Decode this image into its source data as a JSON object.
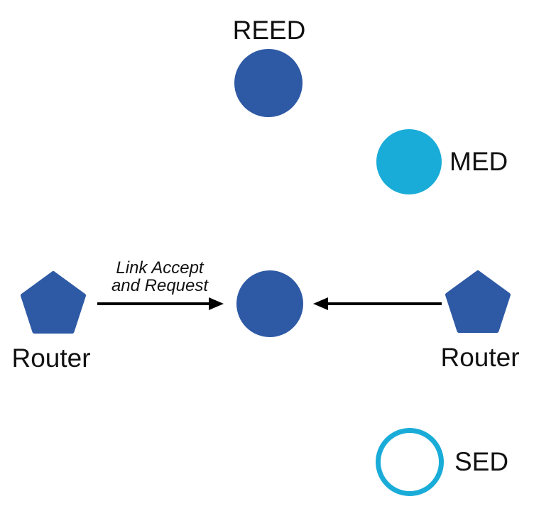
{
  "colors": {
    "node_blue": "#2e59a5",
    "node_cyan": "#1aacd8",
    "arrow_black": "#000000",
    "text_black": "#111111"
  },
  "diagram": {
    "nodes": {
      "reed": {
        "label": "REED",
        "shape": "filled-circle",
        "color": "#2e59a5"
      },
      "med": {
        "label": "MED",
        "shape": "filled-circle",
        "color": "#1aacd8"
      },
      "router_left": {
        "label": "Router",
        "shape": "pentagon",
        "color": "#2e59a5"
      },
      "center": {
        "label": "",
        "shape": "filled-circle",
        "color": "#2e59a5"
      },
      "router_right": {
        "label": "Router",
        "shape": "pentagon",
        "color": "#2e59a5"
      },
      "sed": {
        "label": "SED",
        "shape": "outline-circle",
        "color": "#1aacd8"
      }
    },
    "edges": [
      {
        "from": "router_left",
        "to": "center",
        "direction": "right",
        "label_lines": [
          "Link Accept",
          "and Request"
        ]
      },
      {
        "from": "router_right",
        "to": "center",
        "direction": "left",
        "label_lines": []
      }
    ]
  }
}
